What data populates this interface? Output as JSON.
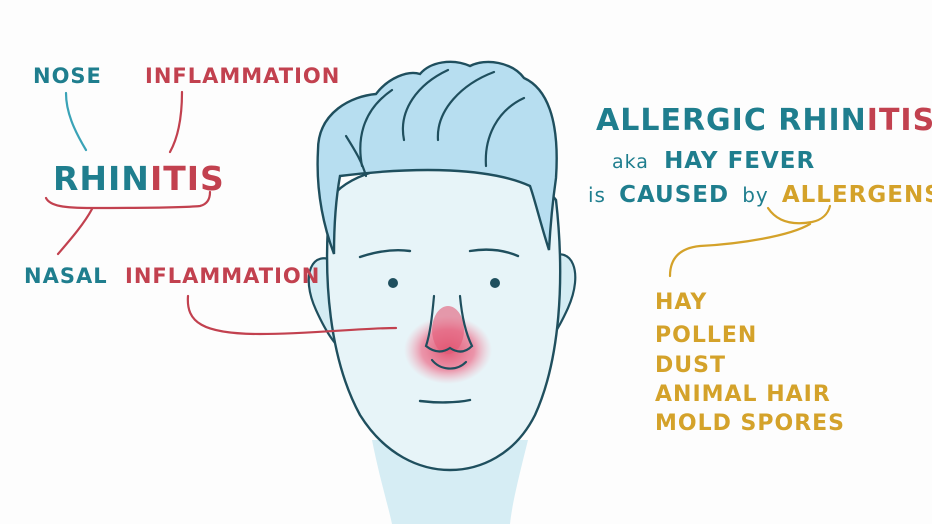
{
  "labels": {
    "nose": "Nose",
    "inflammation": "Inflammation",
    "rhin": "Rhin",
    "itis": "itis",
    "nasal": "Nasal",
    "nasal_inflammation": "Inflammation"
  },
  "title": {
    "allergic_rhin": "Allergic Rhin",
    "allergic_itis": "itis",
    "aka": "aka",
    "hay_fever": "Hay Fever",
    "is": "is",
    "caused": "Caused",
    "by": "by",
    "allergens": "Allergens"
  },
  "allergens": [
    "Hay",
    "Pollen",
    "Dust",
    "Animal Hair",
    "Mold Spores"
  ],
  "colors": {
    "teal": "#1f7e8e",
    "red": "#c2414f",
    "gold": "#d4a22a",
    "skin": "#e4f3f8",
    "hair": "#b9e1ec",
    "outline": "#1f4f5e",
    "nose_redness": "#e35a75"
  }
}
